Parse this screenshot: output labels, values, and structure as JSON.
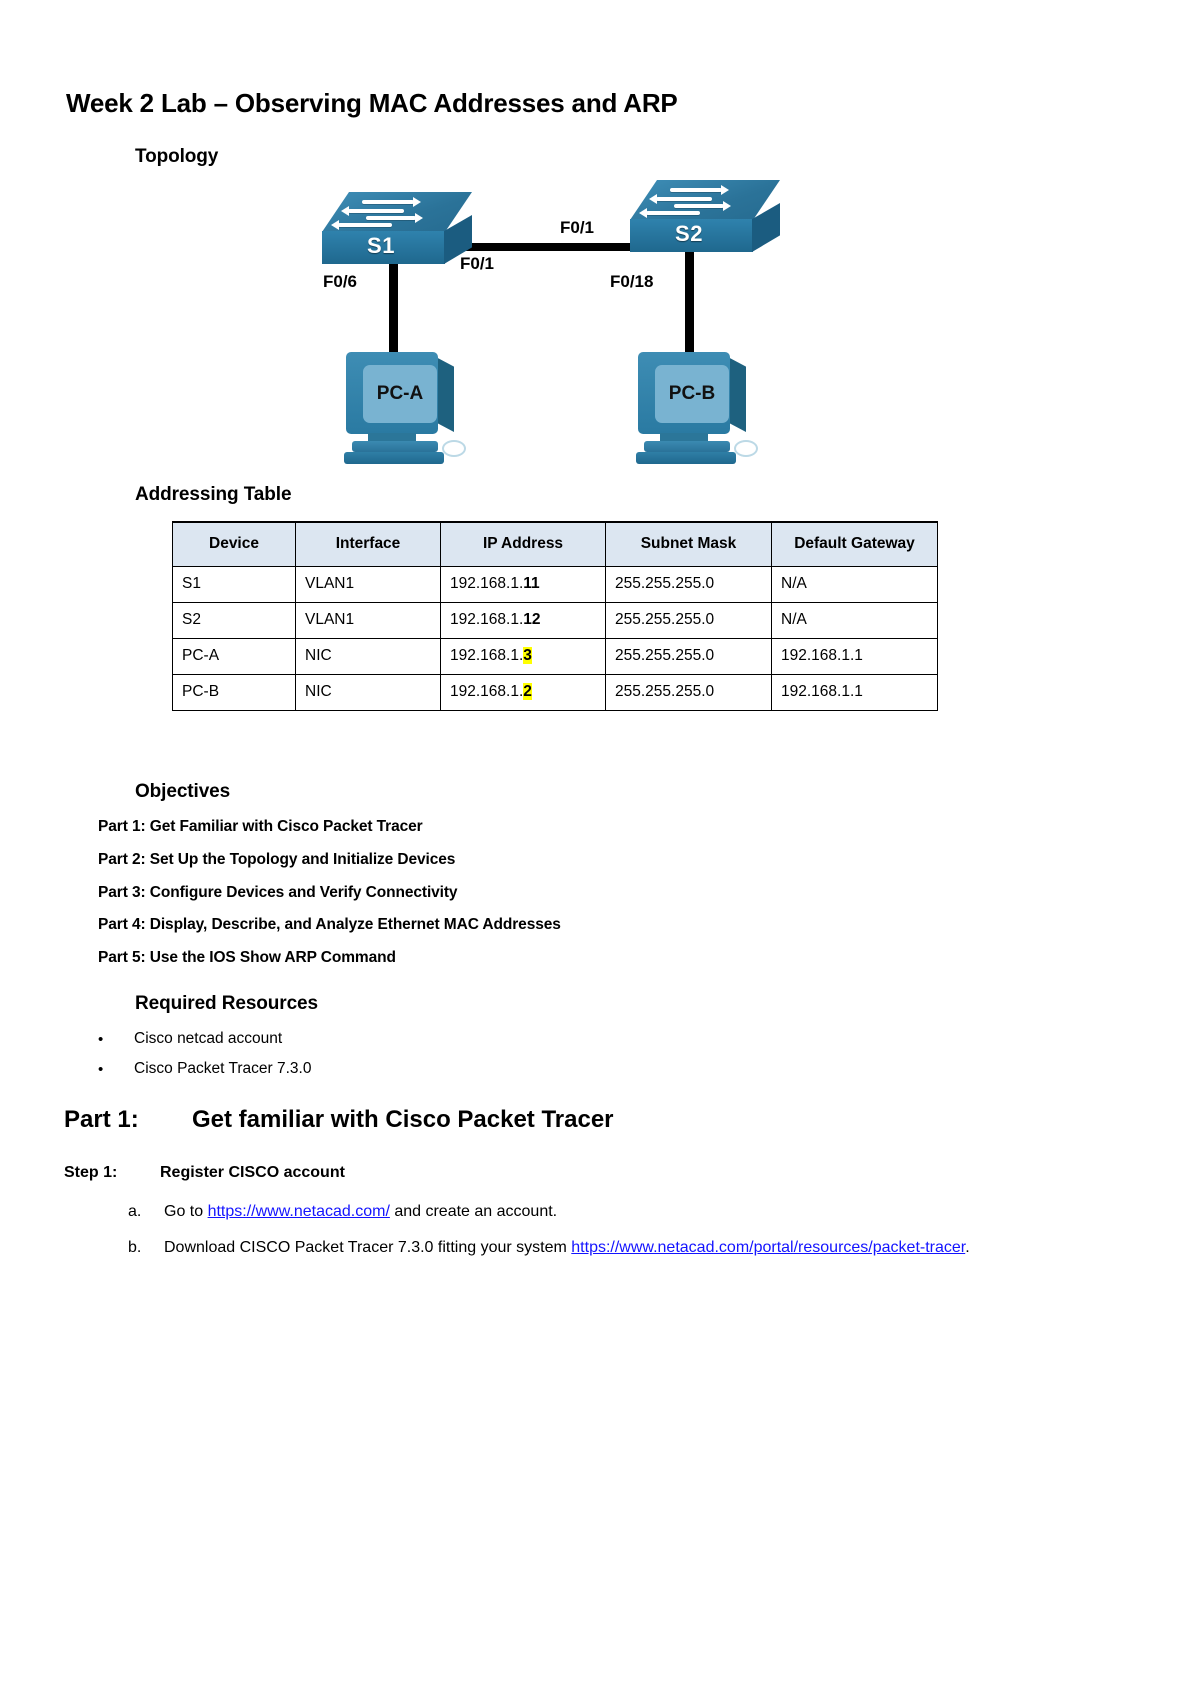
{
  "document": {
    "title": "Week 2 Lab – Observing MAC Addresses and ARP"
  },
  "topology": {
    "heading": "Topology",
    "devices": {
      "switch1": "S1",
      "switch2": "S2",
      "pc_a": "PC-A",
      "pc_b": "PC-B"
    },
    "port_labels": {
      "s2_trunk": "F0/1",
      "s1_trunk": "F0/1",
      "s1_to_pca": "F0/6",
      "s2_to_pcb": "F0/18"
    }
  },
  "addressing_table": {
    "heading": "Addressing Table",
    "columns": [
      "Device",
      "Interface",
      "IP Address",
      "Subnet Mask",
      "Default Gateway"
    ],
    "rows": [
      {
        "device": "S1",
        "interface": "VLAN1",
        "ip_prefix": "192.168.1.",
        "ip_octet": "11",
        "ip_octet_style": "bold",
        "subnet_mask": "255.255.255.0",
        "default_gateway": "N/A"
      },
      {
        "device": "S2",
        "interface": "VLAN1",
        "ip_prefix": "192.168.1.",
        "ip_octet": "12",
        "ip_octet_style": "bold",
        "subnet_mask": "255.255.255.0",
        "default_gateway": "N/A"
      },
      {
        "device": "PC-A",
        "interface": "NIC",
        "ip_prefix": "192.168.1.",
        "ip_octet": "3",
        "ip_octet_style": "highlight",
        "subnet_mask": "255.255.255.0",
        "default_gateway": "192.168.1.1"
      },
      {
        "device": "PC-B",
        "interface": "NIC",
        "ip_prefix": "192.168.1.",
        "ip_octet": "2",
        "ip_octet_style": "highlight",
        "subnet_mask": "255.255.255.0",
        "default_gateway": "192.168.1.1"
      }
    ],
    "highlight_color": "#ffff00",
    "header_background": "#dce6f1"
  },
  "objectives": {
    "heading": "Objectives",
    "items": [
      "Part 1: Get Familiar with Cisco Packet Tracer",
      "Part 2: Set Up the Topology and Initialize Devices",
      "Part 3: Configure Devices and Verify Connectivity",
      "Part 4: Display, Describe, and Analyze Ethernet MAC Addresses",
      "Part 5: Use the IOS Show ARP Command"
    ]
  },
  "required_resources": {
    "heading": "Required Resources",
    "bullet": "•",
    "items": [
      "Cisco netcad account",
      "Cisco Packet Tracer 7.3.0"
    ]
  },
  "part1": {
    "number": "Part 1:",
    "title": "Get familiar with Cisco Packet Tracer",
    "step1": {
      "number": "Step 1:",
      "title": "Register CISCO account"
    },
    "items": [
      {
        "marker": "a.",
        "before": "Go to ",
        "link": "https://www.netacad.com/",
        "after": "  and create an account."
      },
      {
        "marker": "b.",
        "before": "Download CISCO Packet Tracer 7.3.0 fitting your system ",
        "link": "https://www.netacad.com/portal/resources/packet-tracer",
        "after": "."
      }
    ]
  }
}
